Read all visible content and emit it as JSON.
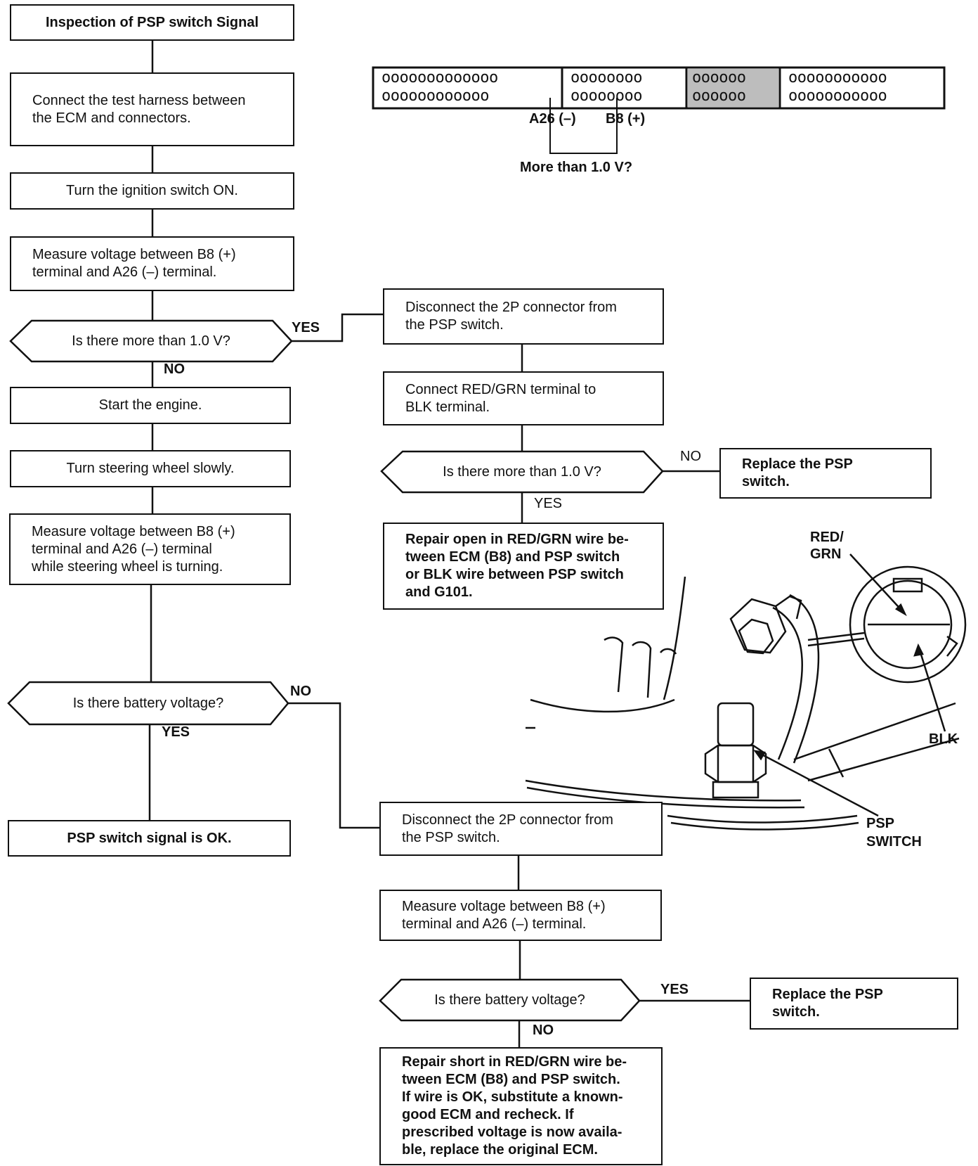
{
  "flow": {
    "step_inspection": "Inspection of PSP switch Signal",
    "step_connect_harness": "Connect the test harness between\nthe  ECM  and  connectors.",
    "step_ignition_on": "Turn the ignition switch ON.",
    "step_measure_1": "Measure voltage between B8 (+)\nterminal and A26 (–) terminal.",
    "dec_more_1v": "Is there more than 1.0 V?",
    "step_start_engine": "Start the engine.",
    "step_turn_wheel": "Turn steering wheel slowly.",
    "step_measure_turning": "Measure voltage between B8 (+)\nterminal  and  A26  (–)  terminal\nwhile steering wheel is turning.",
    "dec_battery_voltage_1": "Is there battery voltage?",
    "step_signal_ok": "PSP switch signal is OK.",
    "step_disconnect_1": "Disconnect the 2P connector from\nthe PSP switch.",
    "step_connect_red_grn": "Connect  RED/GRN  terminal  to\nBLK terminal.",
    "dec_more_1v_2": "Is there more than 1.0 V?",
    "step_replace_1": "Replace   the   PSP\nswitch.",
    "step_repair_open": "Repair open in RED/GRN wire be-\ntween ECM (B8) and PSP switch\nor BLK wire between PSP switch\nand G101.",
    "step_disconnect_2": "Disconnect the 2P connector from\nthe PSP switch.",
    "step_measure_2": "Measure voltage between B8 (+)\nterminal and A26 (–) terminal.",
    "dec_battery_voltage_2": "Is there battery voltage?",
    "step_replace_2": "Replace   the   PSP\nswitch.",
    "step_repair_short": "Repair short in RED/GRN wire be-\ntween ECM (B8) and PSP switch.\nIf wire is OK, substitute a known-\ngood  ECM  and  recheck.  If\nprescribed voltage is now availa-\nble, replace the original ECM."
  },
  "answers": {
    "yes": "YES",
    "no": "NO"
  },
  "connector": {
    "row_1a": "ooooooooooooo",
    "row_1b": "oooooooo",
    "row_1c": "oooooo",
    "row_1d": "ooooooooooo",
    "row_2a": "oooooooooooo",
    "row_2b": "oooooooo",
    "row_2c": "oooooo",
    "row_2d": "ooooooooooo",
    "pin_a26": "A26 (–)",
    "pin_b8": "B8 (+)",
    "question": "More than 1.0 V?"
  },
  "illustration": {
    "red_grn": "RED/\nGRN",
    "blk": "BLK",
    "psp_switch": "PSP\nSWITCH"
  }
}
